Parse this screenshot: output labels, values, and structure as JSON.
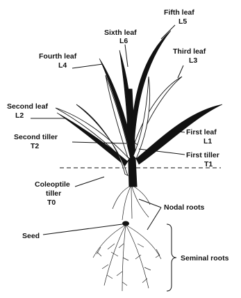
{
  "labels": {
    "fifth_leaf": "Fifth leaf",
    "l5": "L5",
    "sixth_leaf": "Sixth leaf",
    "l6": "L6",
    "fourth_leaf": "Fourth leaf",
    "l4": "L4",
    "third_leaf": "Third leaf",
    "l3": "L3",
    "second_leaf": "Second leaf",
    "l2": "L2",
    "first_leaf": "First leaf",
    "l1": "L1",
    "second_tiller": "Second tiller",
    "t2": "T2",
    "first_tiller": "First tiller",
    "t1": "T1",
    "coleoptile_tiller_line1": "Coleoptile",
    "coleoptile_tiller_line2": "tiller",
    "t0": "T0",
    "nodal_roots": "Nodal roots",
    "seed": "Seed",
    "seminal_roots": "Seminal roots"
  },
  "colors": {
    "ink": "#111111",
    "background": "#ffffff"
  }
}
